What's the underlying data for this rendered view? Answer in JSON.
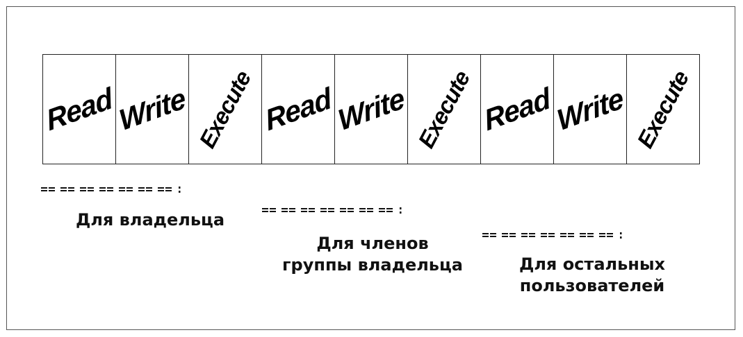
{
  "permissions": [
    {
      "label": "Read",
      "kind": "read"
    },
    {
      "label": "Write",
      "kind": "write"
    },
    {
      "label": "Execute",
      "kind": "execute"
    },
    {
      "label": "Read",
      "kind": "read"
    },
    {
      "label": "Write",
      "kind": "write"
    },
    {
      "label": "Execute",
      "kind": "execute"
    },
    {
      "label": "Read",
      "kind": "read"
    },
    {
      "label": "Write",
      "kind": "write"
    },
    {
      "label": "Execute",
      "kind": "execute"
    }
  ],
  "groups": {
    "owner": {
      "line1": "Для владельца"
    },
    "group": {
      "line1": "Для членов",
      "line2": "группы владельца"
    },
    "others": {
      "line1": "Для остальных",
      "line2": "пользователей"
    }
  },
  "colors": {
    "ink": "#111111",
    "frame": "#555555"
  }
}
